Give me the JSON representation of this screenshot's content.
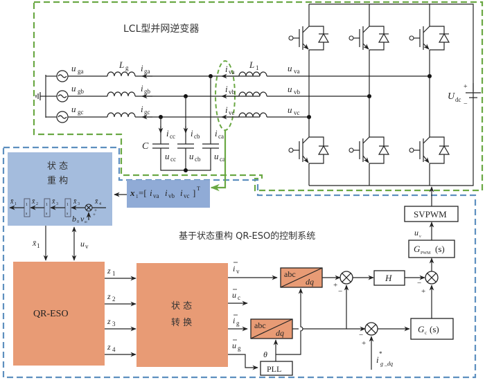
{
  "colors": {
    "green_boundary": "#6aa843",
    "blue_boundary": "#5d8fbf",
    "state_reconstruction_fill": "#a4bcdd",
    "x1_vector_fill": "#90abd6",
    "orange_block_fill": "#e89b75",
    "wire": "#222222"
  },
  "inverter_section": {
    "title": "LCL型并网逆变器",
    "grid_sources": [
      {
        "symbol": "u",
        "sub": "ga"
      },
      {
        "symbol": "u",
        "sub": "gb"
      },
      {
        "symbol": "u",
        "sub": "gc"
      }
    ],
    "grid_inductor": {
      "symbol": "L",
      "sub": "g"
    },
    "inverter_inductor": {
      "symbol": "L",
      "sub": "1"
    },
    "grid_currents": [
      {
        "symbol": "i",
        "sub": "ga"
      },
      {
        "symbol": "i",
        "sub": "gb"
      },
      {
        "symbol": "i",
        "sub": "gc"
      }
    ],
    "inverter_currents": [
      {
        "symbol": "i",
        "sub": "va"
      },
      {
        "symbol": "i",
        "sub": "vb"
      },
      {
        "symbol": "i",
        "sub": "vc"
      }
    ],
    "capacitor_label": "C",
    "capacitor_currents": [
      {
        "symbol": "i",
        "sub": "cc"
      },
      {
        "symbol": "i",
        "sub": "cb"
      },
      {
        "symbol": "i",
        "sub": "ca"
      }
    ],
    "capacitor_voltages": [
      {
        "symbol": "u",
        "sub": "cc"
      },
      {
        "symbol": "u",
        "sub": "cb"
      },
      {
        "symbol": "u",
        "sub": "ca"
      }
    ],
    "inverter_voltages": [
      {
        "symbol": "u",
        "sub": "va"
      },
      {
        "symbol": "u",
        "sub": "vb"
      },
      {
        "symbol": "u",
        "sub": "vc"
      }
    ],
    "dc_source": {
      "symbol": "U",
      "sub": "dc",
      "plus": "+",
      "minus": "−"
    }
  },
  "control_section": {
    "title": "基于状态重构 QR-ESO的控制系统",
    "state_reconstruction": {
      "title_line1": "状 态",
      "title_line2": "重 构",
      "integrator_num": "1",
      "integrator_den": "s",
      "x_labels": [
        "x̄₁",
        "x̄₂",
        "x̄₃",
        "x̄₃",
        "x̄₄"
      ],
      "x_symbols": [
        {
          "s": "x̄",
          "sub": "1"
        },
        {
          "s": "x̄",
          "sub": "2"
        },
        {
          "s": "x̄",
          "sub": "3"
        },
        {
          "s": "x̄",
          "sub": "3"
        },
        {
          "s": "x̄",
          "sub": "4"
        }
      ],
      "b0_label": "b",
      "b0_sub": "0",
      "v_label": "v",
      "v_sub": "m",
      "plus": "+",
      "plus2": "+"
    },
    "measurement_vector": {
      "prefix": "x",
      "prefix_sub": "1",
      "equals": "=[",
      "items": [
        {
          "s": "i",
          "sub": "va"
        },
        {
          "s": "i",
          "sub": "vb"
        },
        {
          "s": "i",
          "sub": "vc"
        }
      ],
      "close": "]",
      "sup": "T"
    },
    "eso_inputs": [
      {
        "s": "x̄",
        "sub": "1"
      },
      {
        "s": "u",
        "sub": "v"
      }
    ],
    "qr_eso_label": "QR-ESO",
    "eso_outputs": [
      {
        "s": "z",
        "sub": "1"
      },
      {
        "s": "z",
        "sub": "2"
      },
      {
        "s": "z",
        "sub": "3"
      },
      {
        "s": "z",
        "sub": "4"
      }
    ],
    "state_conversion": {
      "line1": "状 态",
      "line2": "转 换"
    },
    "conversion_outputs": [
      {
        "s": "i",
        "sub": "v",
        "bar": true
      },
      {
        "s": "u",
        "sub": "c",
        "bar": true
      },
      {
        "s": "i",
        "sub": "g",
        "bar": true
      },
      {
        "s": "u",
        "sub": "g",
        "bar": true
      }
    ],
    "abc_dq": {
      "top": "abc",
      "bottom": "dq"
    },
    "pll_label": "PLL",
    "theta_label": "θ",
    "h_label": "H",
    "gc": {
      "s": "G",
      "sub": "c",
      "arg": "(s)"
    },
    "gpwm": {
      "s": "G",
      "sub": "PWM",
      "arg": "(s)"
    },
    "uv_label": {
      "s": "u",
      "sub": "v"
    },
    "svpwm_label": "SVPWM",
    "ref_current": {
      "s": "i",
      "sup": "*",
      "sub": "g _dq"
    },
    "signs": {
      "plus": "+",
      "minus": "−"
    }
  }
}
